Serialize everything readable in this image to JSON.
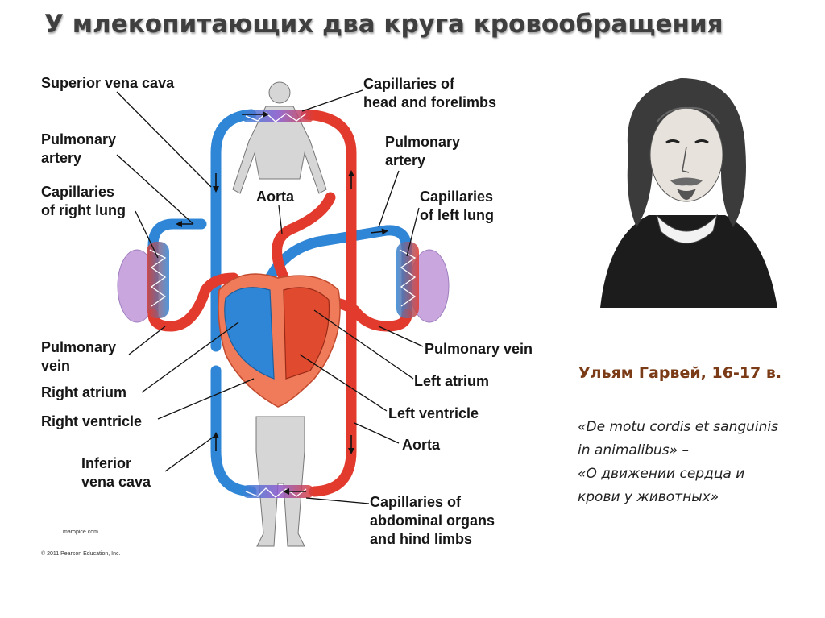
{
  "title": "У млекопитающих два круга кровообращения",
  "labels": {
    "superior_vena_cava": "Superior vena cava",
    "pulmonary_artery_left": "Pulmonary\nartery",
    "capillaries_right_lung": "Capillaries\nof right lung",
    "aorta_top": "Aorta",
    "capillaries_head": "Capillaries of\nhead and forelimbs",
    "pulmonary_artery_right": "Pulmonary\nartery",
    "capillaries_left_lung": "Capillaries\nof left lung",
    "pulmonary_vein_left": "Pulmonary\nvein",
    "right_atrium": "Right atrium",
    "right_ventricle": "Right ventricle",
    "inferior_vena_cava": "Inferior\nvena cava",
    "pulmonary_vein_right": "Pulmonary vein",
    "left_atrium": "Left atrium",
    "left_ventricle": "Left ventricle",
    "aorta_bottom": "Aorta",
    "capillaries_abdominal": "Capillaries of\nabdominal organs\nand hind limbs"
  },
  "credits": {
    "site": "maropice.com",
    "copyright": "© 2011 Pearson Education, Inc."
  },
  "portrait": {
    "icon": "harvey-portrait-icon"
  },
  "caption": "Ульям Гарвей, 16-17 в.",
  "quote": "«De motu cordis et sanguinis\nin animalibus» –\n«О движении сердца и\nкрови у животных»",
  "colors": {
    "oxygenated": "#e23b2e",
    "deoxygenated": "#2f86d6",
    "lung": "#c9a6de",
    "caption": "#7a3b16"
  }
}
